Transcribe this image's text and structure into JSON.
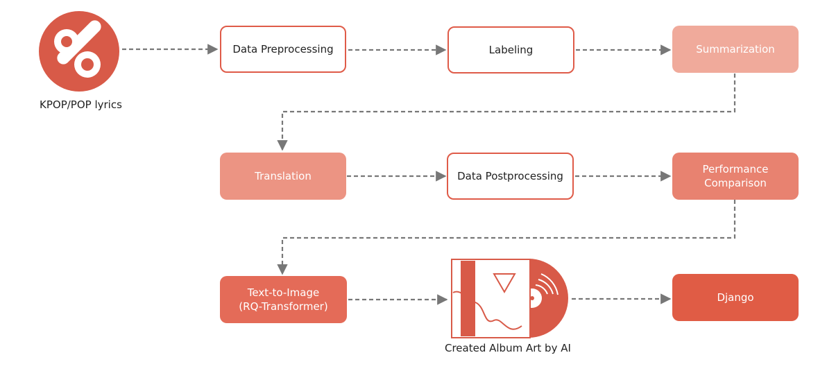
{
  "source": {
    "label": "KPOP/POP lyrics",
    "icon": "kpop-pop-logo-icon",
    "color": "#d85a48"
  },
  "steps": [
    {
      "id": "data-preprocessing",
      "label": "Data Preprocessing",
      "style": "outline"
    },
    {
      "id": "labeling",
      "label": "Labeling",
      "style": "outline"
    },
    {
      "id": "summarization",
      "label": "Summarization",
      "style": "filled",
      "color": "#f0aa9b"
    },
    {
      "id": "translation",
      "label": "Translation",
      "style": "filled",
      "color": "#ec9483"
    },
    {
      "id": "data-postprocessing",
      "label": "Data Postprocessing",
      "style": "outline"
    },
    {
      "id": "performance-comparison",
      "label": "Performance\nComparison",
      "style": "filled",
      "color": "#e88270"
    },
    {
      "id": "text-to-image",
      "label": "Text-to-Image\n(RQ-Transformer)",
      "style": "filled",
      "color": "#e46b58"
    },
    {
      "id": "django",
      "label": "Django",
      "style": "filled",
      "color": "#e05c45"
    }
  ],
  "album": {
    "label": "Created Album Art by AI",
    "icon": "album-art-vinyl-icon",
    "color": "#d85a48"
  },
  "colors": {
    "outline_border": "#df5b48",
    "arrow": "#777777"
  }
}
